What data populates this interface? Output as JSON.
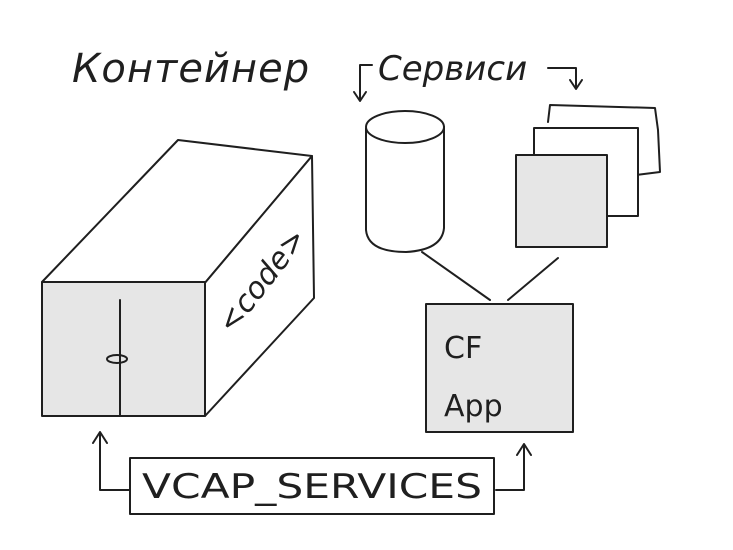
{
  "diagram": {
    "title": "Контейнер",
    "services_label": "Сервиси",
    "code_label": "<code>",
    "app_label_line1": "CF",
    "app_label_line2": "App",
    "env_label": "VCAP_SERVICES"
  },
  "colors": {
    "ink": "#1f1f1f",
    "box_fill": "#e6e6e6",
    "background": "#ffffff"
  }
}
